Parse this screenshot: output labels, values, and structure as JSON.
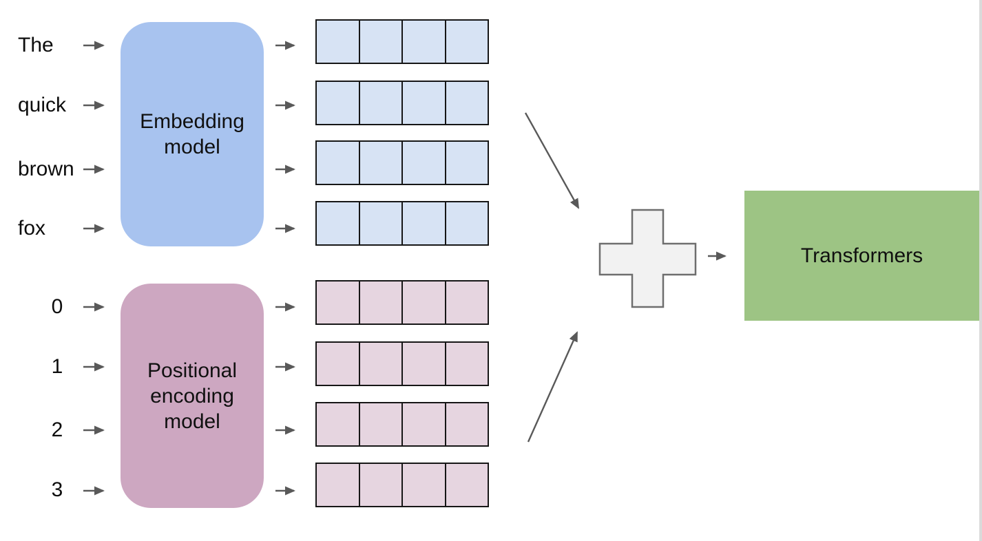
{
  "embedding_section": {
    "input_tokens": [
      "The",
      "quick",
      "brown",
      "fox"
    ],
    "model_label_lines": [
      "Embedding",
      "model"
    ],
    "model_color": "#a8c3ef",
    "vector_cell_color": "#d7e3f4",
    "vector_rows": 4,
    "cells_per_row": 4
  },
  "positional_section": {
    "input_positions": [
      "0",
      "1",
      "2",
      "3"
    ],
    "model_label_lines": [
      "Positional",
      "encoding",
      "model"
    ],
    "model_color": "#cda7c1",
    "vector_cell_color": "#e6d5e0",
    "vector_rows": 4,
    "cells_per_row": 4
  },
  "combiner": {
    "operator": "plus",
    "fill_color": "#f2f2f2",
    "border_color": "#6e6e6e"
  },
  "output": {
    "label": "Transformers",
    "color": "#9dc484"
  },
  "arrow_color": "#595959"
}
